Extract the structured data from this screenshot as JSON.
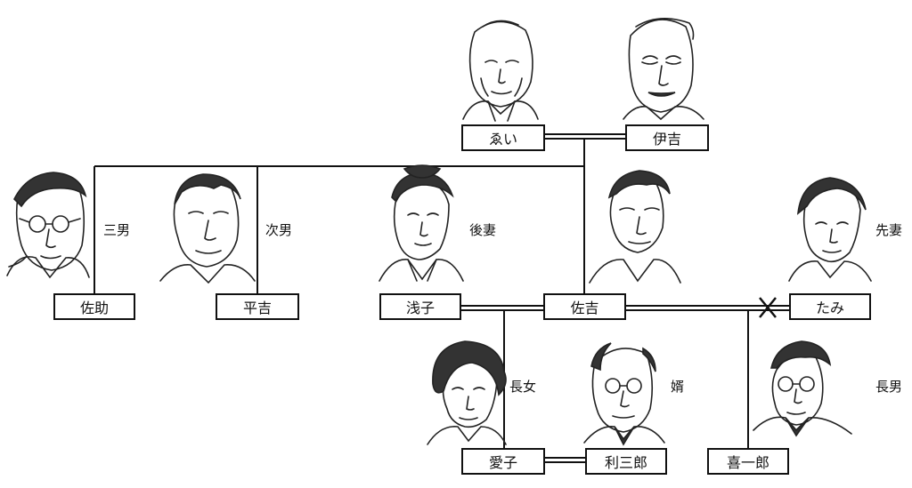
{
  "names": {
    "ei": "ゑい",
    "ikichi": "伊吉",
    "sasuke": "佐助",
    "heikichi": "平吉",
    "asako": "浅子",
    "sakichi": "佐吉",
    "tami": "たみ",
    "aiko": "愛子",
    "risaburo": "利三郎",
    "kiichiro": "喜一郎"
  },
  "roles": {
    "sasuke": "三男",
    "heikichi": "次男",
    "asako": "後妻",
    "tami": "先妻",
    "aiko": "長女",
    "risaburo": "婿",
    "kiichiro": "長男"
  }
}
